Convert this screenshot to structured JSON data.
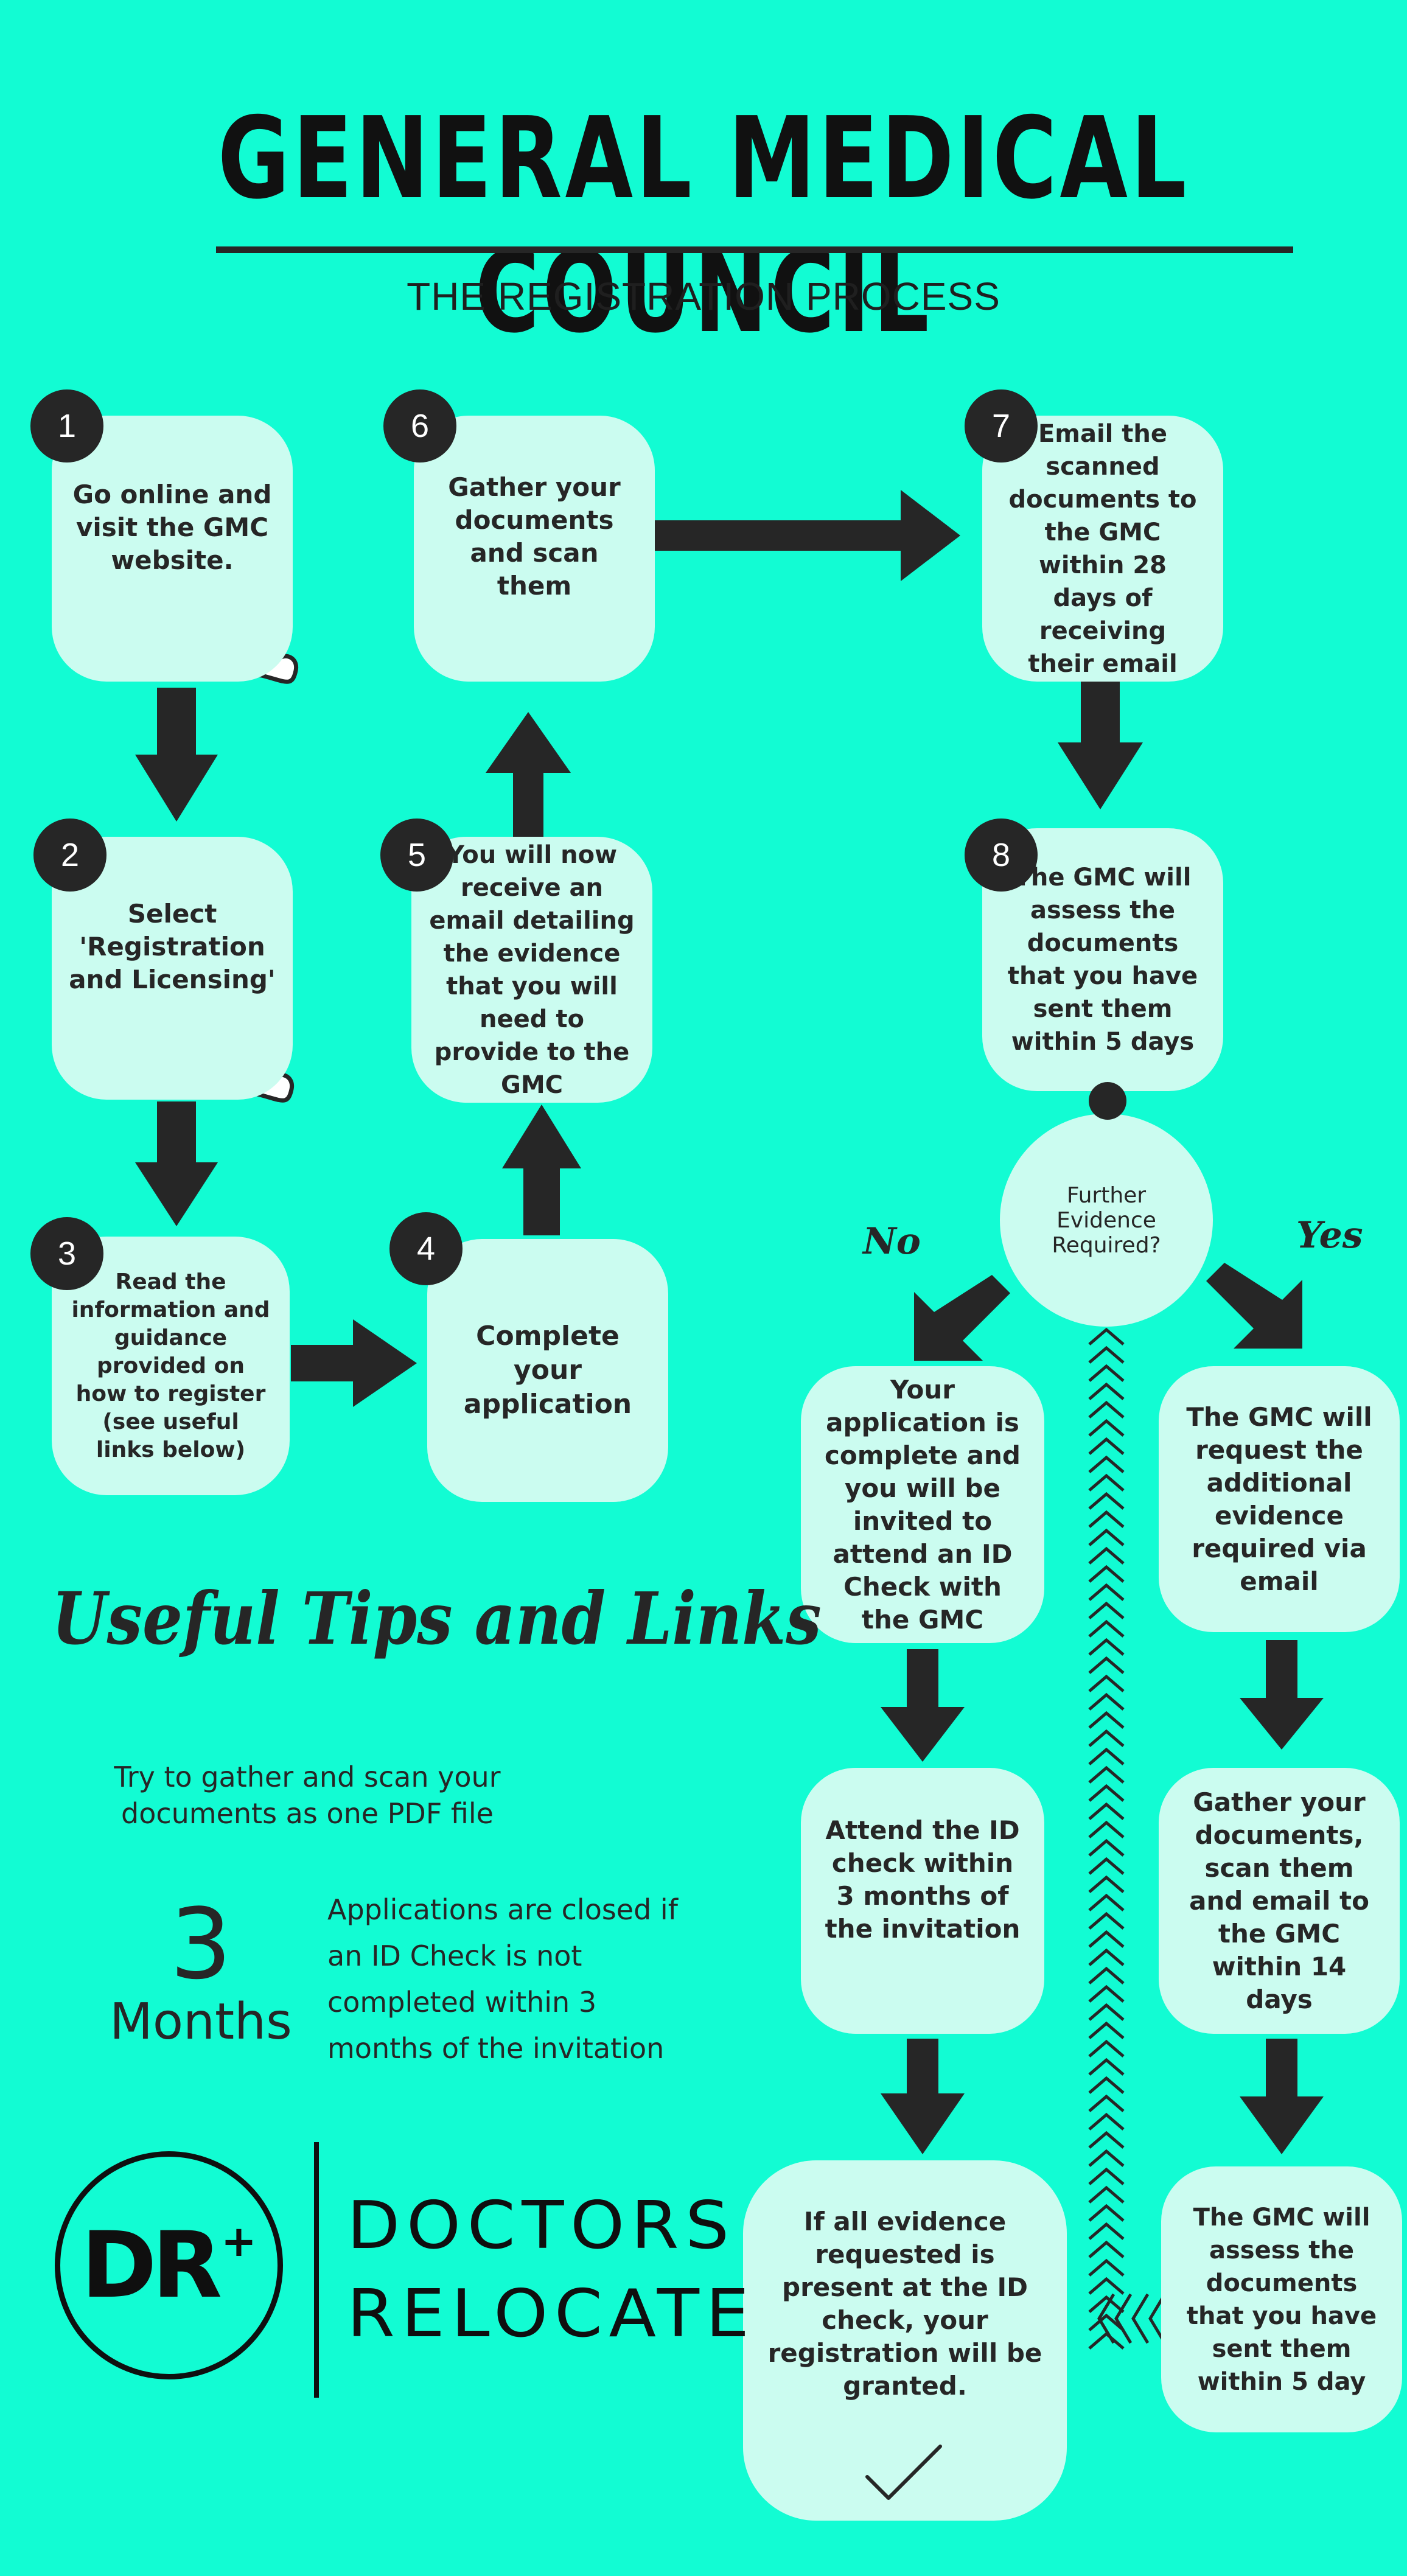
{
  "header": {
    "title": "GENERAL MEDICAL COUNCIL",
    "subtitle": "THE REGISTRATION PROCESS"
  },
  "steps": [
    {
      "number": "1",
      "text": "Go online and visit the GMC website.",
      "icon": "pointing-hand-icon"
    },
    {
      "number": "2",
      "text": "Select 'Registration and Licensing'",
      "icon": "pointing-hand-icon"
    },
    {
      "number": "3",
      "text": "Read the information and guidance provided on how to register (see useful links below)"
    },
    {
      "number": "4",
      "text": "Complete your application"
    },
    {
      "number": "5",
      "text": "You will now receive an email detailing the evidence that you will need to provide to the GMC"
    },
    {
      "number": "6",
      "text": "Gather your documents and scan them"
    },
    {
      "number": "7",
      "text": "Email the scanned documents to the GMC within 28 days of receiving their email"
    },
    {
      "number": "8",
      "text": "The GMC will assess the documents that you have sent them within 5 days"
    }
  ],
  "decision": {
    "question": "Further Evidence Required?",
    "no_label": "No",
    "yes_label": "Yes"
  },
  "no_branch": [
    "Your application is complete and you will be invited to attend an ID Check with the GMC",
    "Attend the ID check within 3 months of the invitation",
    "If all evidence requested is present at the ID check, your registration will be granted."
  ],
  "yes_branch": [
    "The GMC will request the additional evidence required via email",
    "Gather your documents, scan them and email to the GMC within 14 days",
    "The GMC will assess the documents that you have sent them within 5 day"
  ],
  "tips": {
    "heading": "Useful Tips and Links",
    "tip1": "Try to gather and scan your documents as one PDF file",
    "big_number": "3",
    "big_unit": "Months",
    "tip2": "Applications are closed if an ID Check is not completed within 3 months of the invitation"
  },
  "logo": {
    "mark": "DR",
    "plus": "+",
    "line1": "DOCTORS",
    "line2": "RELOCATE"
  },
  "colors": {
    "background": "#12fcd3",
    "box": "#cbfcf0",
    "dark": "#262626"
  },
  "icons": [
    "pointing-hand-icon",
    "checkmark-icon",
    "chevron-up-icon"
  ]
}
